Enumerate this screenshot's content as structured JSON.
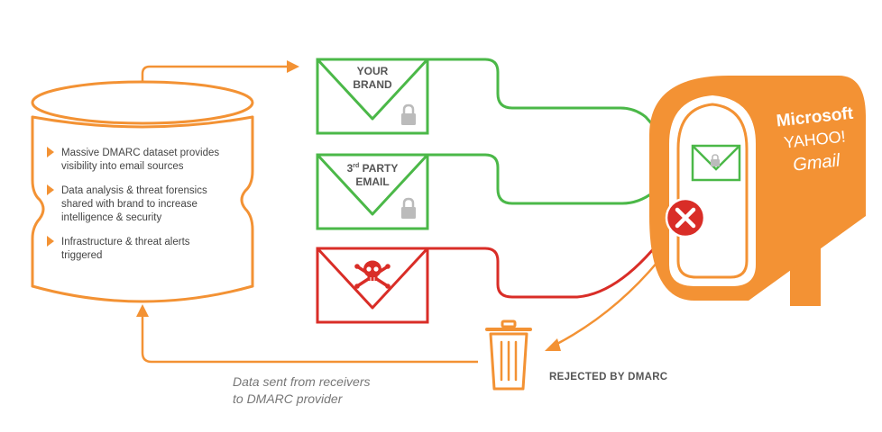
{
  "colors": {
    "orange": "#F39234",
    "green": "#4BB848",
    "red": "#D92D27",
    "gray_lock": "#BBBBBB",
    "text_dark": "#444444",
    "text_caption": "#777777"
  },
  "database": {
    "bullets": [
      [
        "Massive DMARC dataset provides",
        "visibility into email sources"
      ],
      [
        "Data analysis & threat forensics",
        "shared with brand to increase",
        "intelligence & security"
      ],
      [
        "Infrastructure & threat alerts",
        "triggered"
      ]
    ]
  },
  "envelopes": {
    "brand": {
      "line1": "YOUR",
      "line2": "BRAND"
    },
    "third_party": {
      "line1_prefix": "3",
      "line1_sup": "rd",
      "line1_suffix": " PARTY",
      "line2": "EMAIL"
    }
  },
  "mailbox": {
    "providers": [
      "Microsoft",
      "YAHOO!",
      "Gmail"
    ]
  },
  "rejected_label": "REJECTED BY DMARC",
  "caption": [
    "Data sent from receivers",
    "to DMARC provider"
  ],
  "icons": {
    "lock": "lock-icon",
    "skull": "skull-crossbones-icon",
    "reject": "x-circle-icon",
    "trash": "trash-can-icon",
    "arrow": "arrow-head-icon"
  }
}
